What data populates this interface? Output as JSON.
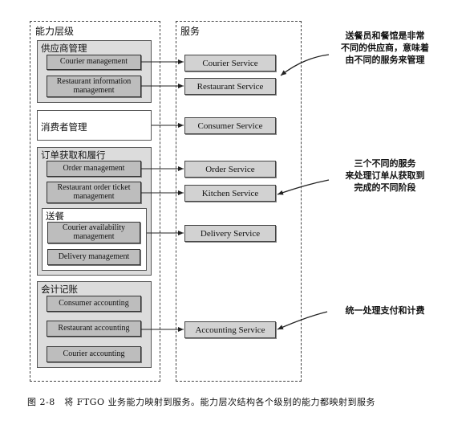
{
  "panels": {
    "capabilities_title": "能力层级",
    "services_title": "服务"
  },
  "groups": {
    "supplier": "供应商管理",
    "consumer": "消费者管理",
    "order": "订单获取和履行",
    "delivery": "送餐",
    "accounting": "会计记账"
  },
  "capabilities": {
    "courier_management": "Courier management",
    "restaurant_info": "Restaurant information management",
    "order_management": "Order management",
    "restaurant_ticket": "Restaurant order ticket management",
    "courier_availability": "Courier availability management",
    "delivery_management": "Delivery management",
    "consumer_accounting": "Consumer accounting",
    "restaurant_accounting": "Restaurant accounting",
    "courier_accounting": "Courier accounting"
  },
  "services": {
    "courier": "Courier Service",
    "restaurant": "Restaurant Service",
    "consumer": "Consumer Service",
    "order": "Order Service",
    "kitchen": "Kitchen Service",
    "delivery": "Delivery Service",
    "accounting": "Accounting Service"
  },
  "notes": {
    "suppliers": "送餐员和餐馆是非常\n不同的供应商，意味着\n由不同的服务来管理",
    "order_stages": "三个不同的服务\n来处理订单从获取到\n完成的不同阶段",
    "accounting": "统一处理支付和计费"
  },
  "caption": "图 2-8　将 FTGO 业务能力映射到服务。能力层次结构各个级别的能力都映射到服务"
}
